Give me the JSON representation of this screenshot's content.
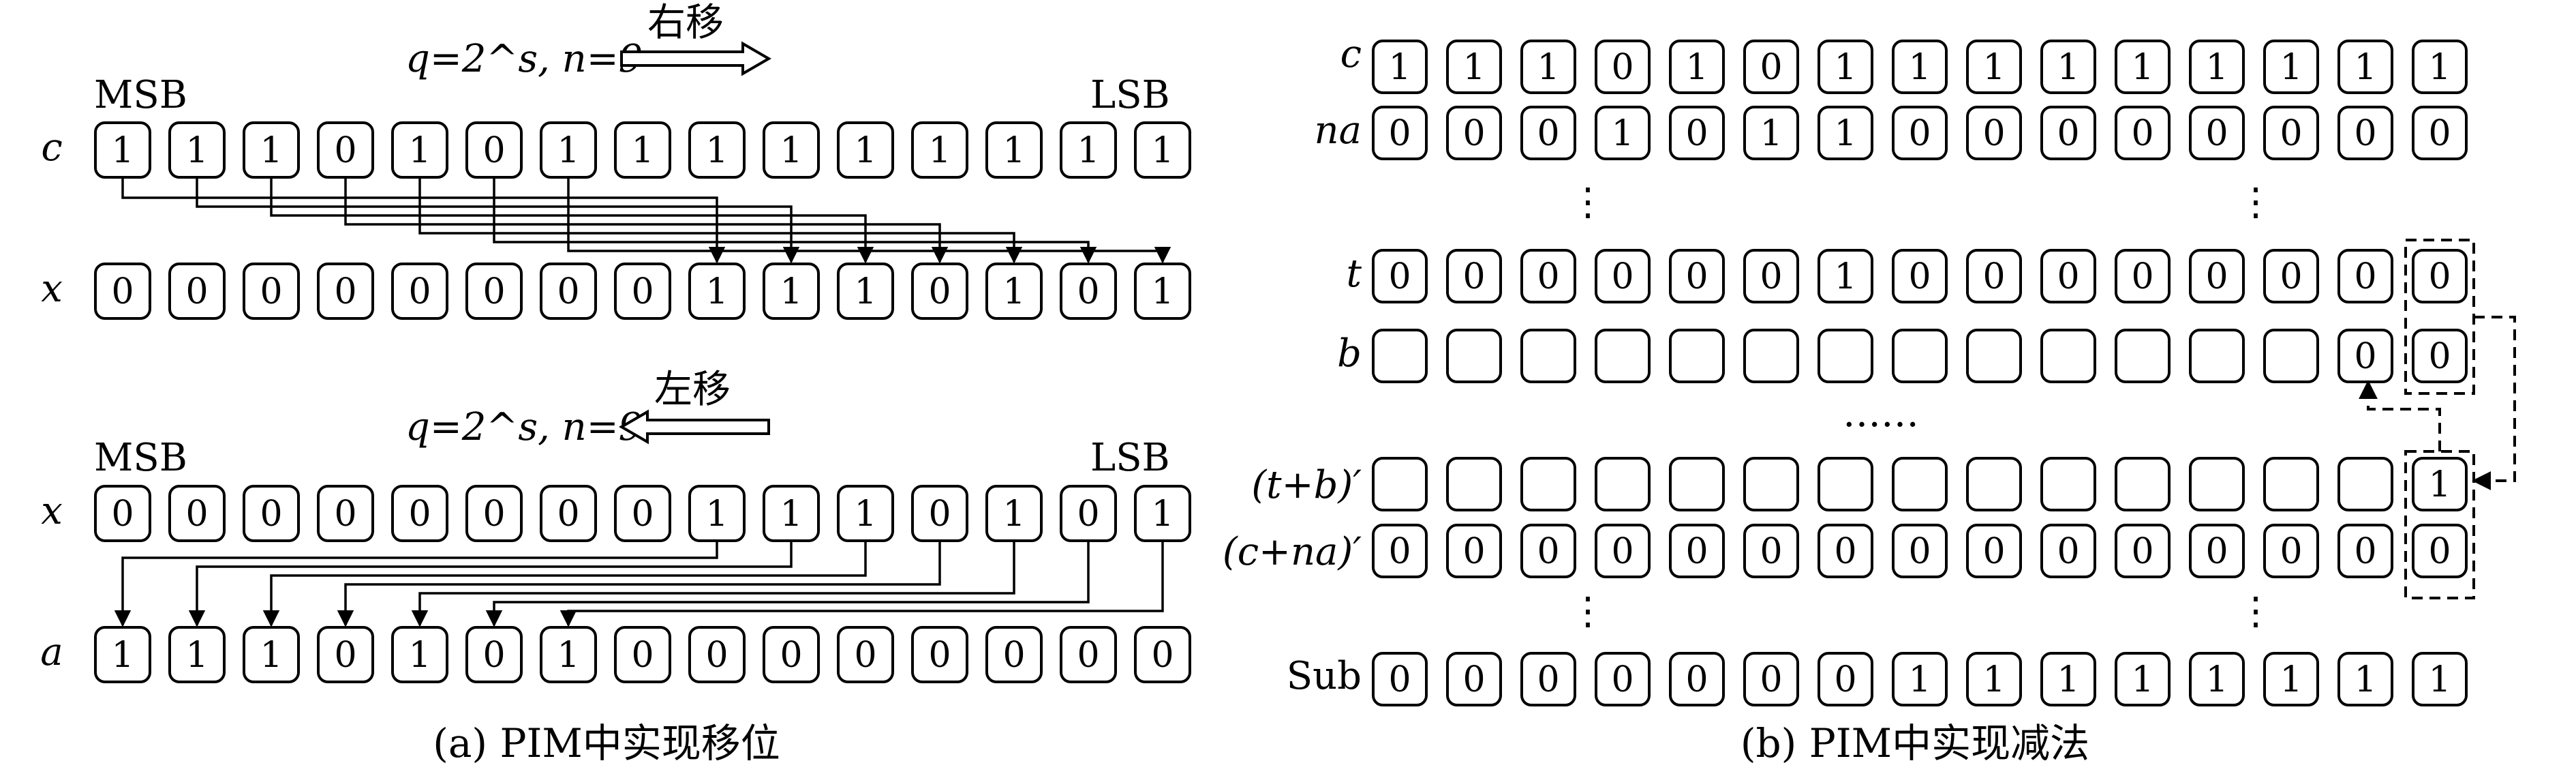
{
  "panel_a": {
    "shift_right": {
      "formula": "q=2^s, n=9",
      "direction_label": "右移",
      "msb_label": "MSB",
      "lsb_label": "LSB",
      "rows": [
        {
          "label": "c",
          "bits": [
            "1",
            "1",
            "1",
            "0",
            "1",
            "0",
            "1",
            "1",
            "1",
            "1",
            "1",
            "1",
            "1",
            "1",
            "1"
          ]
        },
        {
          "label": "x",
          "bits": [
            "0",
            "0",
            "0",
            "0",
            "0",
            "0",
            "0",
            "0",
            "1",
            "1",
            "1",
            "0",
            "1",
            "0",
            "1"
          ]
        }
      ]
    },
    "shift_left": {
      "formula": "q=2^s, n=9",
      "direction_label": "左移",
      "msb_label": "MSB",
      "lsb_label": "LSB",
      "rows": [
        {
          "label": "x",
          "bits": [
            "0",
            "0",
            "0",
            "0",
            "0",
            "0",
            "0",
            "0",
            "1",
            "1",
            "1",
            "0",
            "1",
            "0",
            "1"
          ]
        },
        {
          "label": "a",
          "bits": [
            "1",
            "1",
            "1",
            "0",
            "1",
            "0",
            "1",
            "0",
            "0",
            "0",
            "0",
            "0",
            "0",
            "0",
            "0"
          ]
        }
      ]
    },
    "caption": "(a) PIM中实现移位"
  },
  "panel_b": {
    "rows": [
      {
        "label": "c",
        "bits": [
          "1",
          "1",
          "1",
          "0",
          "1",
          "0",
          "1",
          "1",
          "1",
          "1",
          "1",
          "1",
          "1",
          "1",
          "1"
        ]
      },
      {
        "label": "na",
        "bits": [
          "0",
          "0",
          "0",
          "1",
          "0",
          "1",
          "1",
          "0",
          "0",
          "0",
          "0",
          "0",
          "0",
          "0",
          "0"
        ]
      },
      {
        "label": "t",
        "bits": [
          "0",
          "0",
          "0",
          "0",
          "0",
          "0",
          "1",
          "0",
          "0",
          "0",
          "0",
          "0",
          "0",
          "0",
          "0"
        ]
      },
      {
        "label": "b",
        "bits": [
          "",
          "",
          "",
          "",
          "",
          "",
          "",
          "",
          "",
          "",
          "",
          "",
          "",
          "0",
          "0"
        ]
      },
      {
        "label": "(t+b)′",
        "bits": [
          "",
          "",
          "",
          "",
          "",
          "",
          "",
          "",
          "",
          "",
          "",
          "",
          "",
          "",
          "1"
        ]
      },
      {
        "label": "(c+na)′",
        "bits": [
          "0",
          "0",
          "0",
          "0",
          "0",
          "0",
          "0",
          "0",
          "0",
          "0",
          "0",
          "0",
          "0",
          "0",
          "0"
        ]
      },
      {
        "label": "Sub",
        "bits": [
          "0",
          "0",
          "0",
          "0",
          "0",
          "0",
          "0",
          "1",
          "1",
          "1",
          "1",
          "1",
          "1",
          "1",
          "1"
        ]
      }
    ],
    "vdots": "⋮",
    "hdots": "……",
    "caption": "(b) PIM中实现减法"
  }
}
